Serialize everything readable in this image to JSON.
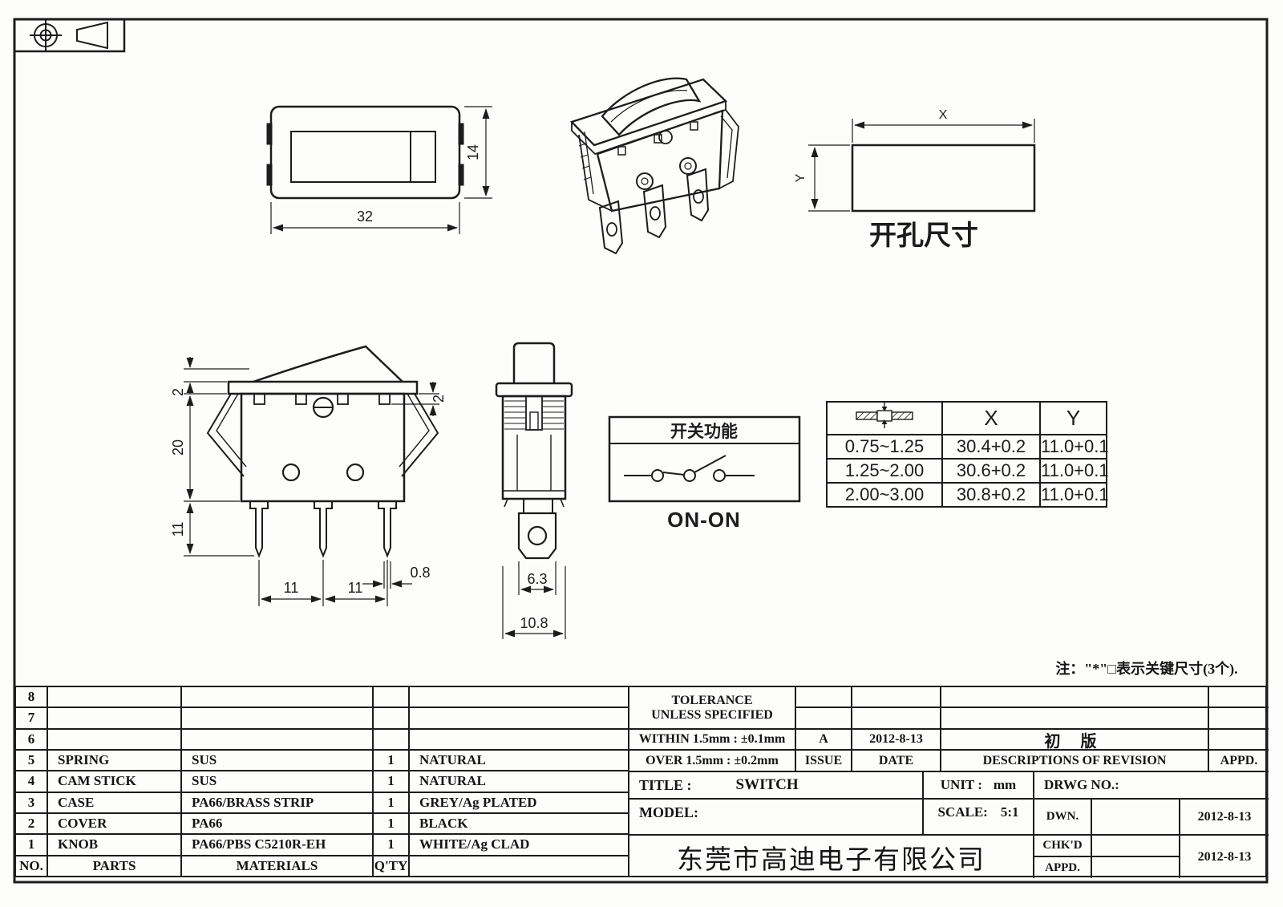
{
  "note": "注：\"*\"□表示关键尺寸(3个).",
  "dims": {
    "top_view": {
      "width": "32",
      "height": "14"
    },
    "cutout": {
      "x": "X",
      "y": "Y",
      "caption": "开孔尺寸"
    },
    "front": {
      "rocker": "2",
      "body": "20",
      "pin_len": "11",
      "pitch1": "11",
      "pitch2": "11",
      "pin_thk": "0.8",
      "flange": "2"
    },
    "side": {
      "tab_w": "6.3",
      "depth": "10.8"
    }
  },
  "function_box": {
    "title": "开关功能",
    "mode": "ON-ON"
  },
  "panel_table": {
    "col_x": "X",
    "col_y": "Y",
    "rows": [
      {
        "t": "0.75~1.25",
        "x": "30.4+0.2",
        "y": "11.0+0.1"
      },
      {
        "t": "1.25~2.00",
        "x": "30.6+0.2",
        "y": "11.0+0.1"
      },
      {
        "t": "2.00~3.00",
        "x": "30.8+0.2",
        "y": "11.0+0.1"
      }
    ]
  },
  "bom": {
    "header": {
      "no": "NO.",
      "parts": "PARTS",
      "materials": "MATERIALS",
      "qty": "Q'TY",
      "color": ""
    },
    "rows": [
      {
        "no": "8",
        "parts": "",
        "materials": "",
        "qty": "",
        "color": ""
      },
      {
        "no": "7",
        "parts": "",
        "materials": "",
        "qty": "",
        "color": ""
      },
      {
        "no": "6",
        "parts": "",
        "materials": "",
        "qty": "",
        "color": ""
      },
      {
        "no": "5",
        "parts": "SPRING",
        "materials": "SUS",
        "qty": "1",
        "color": "NATURAL"
      },
      {
        "no": "4",
        "parts": "CAM STICK",
        "materials": "SUS",
        "qty": "1",
        "color": "NATURAL"
      },
      {
        "no": "3",
        "parts": "CASE",
        "materials": "PA66/BRASS STRIP",
        "qty": "1",
        "color": "GREY/Ag PLATED"
      },
      {
        "no": "2",
        "parts": "COVER",
        "materials": "PA66",
        "qty": "1",
        "color": "BLACK"
      },
      {
        "no": "1",
        "parts": "KNOB",
        "materials": "PA66/PBS C5210R-EH",
        "qty": "1",
        "color": "WHITE/Ag CLAD"
      }
    ]
  },
  "title_block": {
    "tolerance_line1": "TOLERANCE",
    "tolerance_line2": "UNLESS  SPECIFIED",
    "within": "WITHIN 1.5mm : ±0.1mm",
    "over": "OVER 1.5mm : ±0.2mm",
    "issue_value": "A",
    "issue_label": "ISSUE",
    "date_value": "2012-8-13",
    "date_label": "DATE",
    "revision_value": "初 版",
    "revision_label": "DESCRIPTIONS OF REVISION",
    "appd_label": "APPD.",
    "title_label": "TITLE :",
    "title_value": "SWITCH",
    "unit_label": "UNIT :",
    "unit_value": "mm",
    "drwg_label": "DRWG NO.:",
    "model_label": "MODEL:",
    "scale_label": "SCALE:",
    "scale_value": "5:1",
    "dwn_label": "DWN.",
    "dwn_date": "2012-8-13",
    "chkd_label": "CHK'D",
    "chkd_date": "2012-8-13",
    "appd_row_label": "APPD.",
    "company": "东莞市高迪电子有限公司"
  }
}
